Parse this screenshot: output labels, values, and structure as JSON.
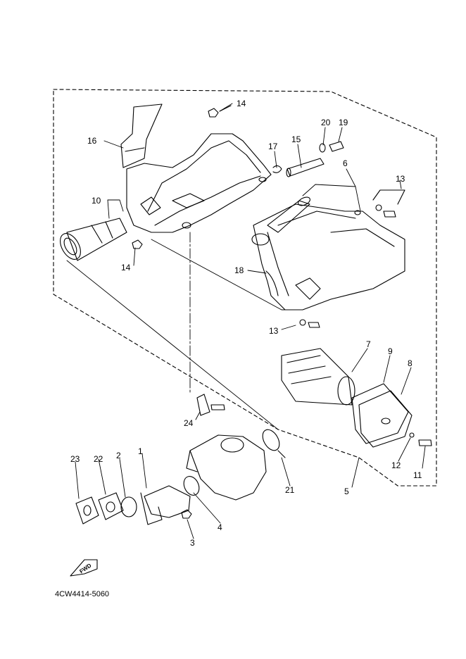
{
  "diagram": {
    "code": "4CW4414-5060",
    "fwd_label": "FWD",
    "callouts": {
      "c1": "1",
      "c2": "2",
      "c3": "3",
      "c4": "4",
      "c5": "5",
      "c6": "6",
      "c7": "7",
      "c8": "8",
      "c9": "9",
      "c10": "10",
      "c11": "11",
      "c12": "12",
      "c13a": "13",
      "c13b": "13",
      "c14a": "14",
      "c14b": "14",
      "c15": "15",
      "c16": "16",
      "c17": "17",
      "c18": "18",
      "c19": "19",
      "c20": "20",
      "c21": "21",
      "c22": "22",
      "c23": "23",
      "c24": "24"
    }
  }
}
